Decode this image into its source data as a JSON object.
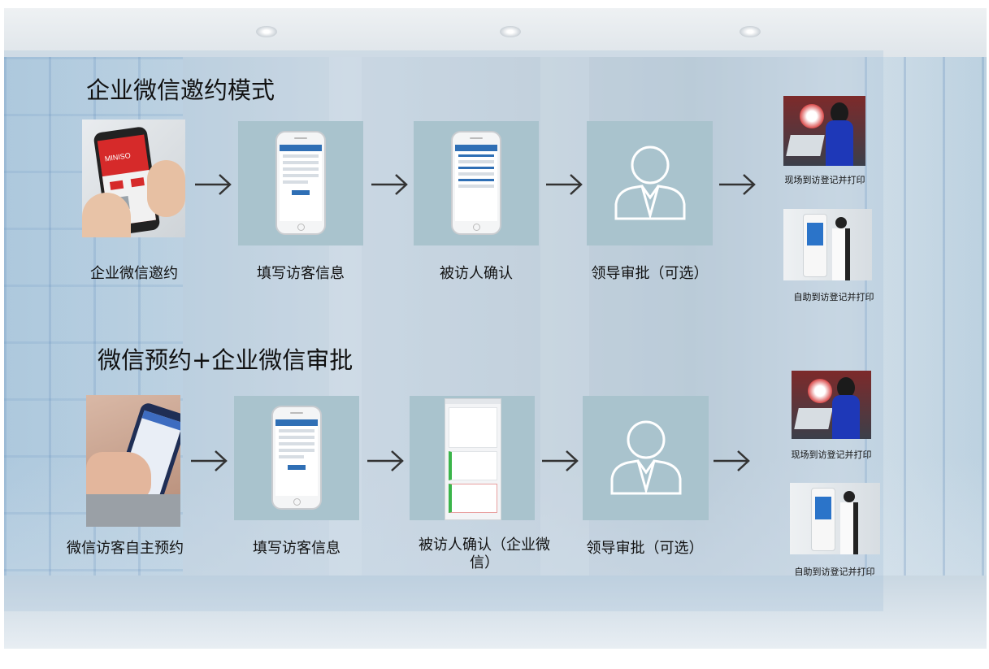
{
  "sections": [
    {
      "title": "企业微信邀约模式",
      "steps": [
        "企业微信邀约",
        "填写访客信息",
        "被访人确认",
        "领导审批（可选）"
      ],
      "outputs": [
        "现场到访登记并打印",
        "自助到访登记并打印"
      ]
    },
    {
      "title": "微信预约+企业微信审批",
      "steps": [
        "微信访客自主预约",
        "填写访客信息",
        "被访人确认（企业微\n信）",
        "领导审批（可选）"
      ],
      "outputs": [
        "现场到访登记并打印",
        "自助到访登记并打印"
      ]
    }
  ],
  "images": {
    "invite_phone_brand": "MINISO"
  },
  "colors": {
    "tile_bg": "#a9c3cd",
    "arrow": "#333333",
    "phone_header": "#2f6fb5"
  }
}
